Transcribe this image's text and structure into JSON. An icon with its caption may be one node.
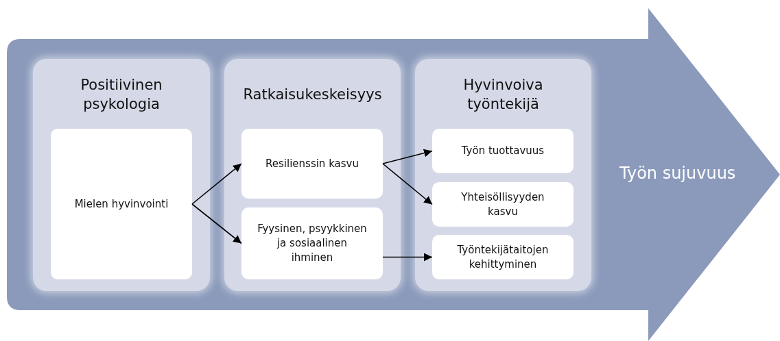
{
  "diagram": {
    "nodes": [
      {
        "text": [
          "Työn sujuvuus"
        ]
      },
      {
        "text": [
          "Positiivinen psykologia"
        ],
        "in": 0
      },
      {
        "text": [
          "Mielen hyvinvointi"
        ],
        "in": 1
      },
      {
        "text": [
          "Ratkaisukeskeisyys"
        ],
        "in": 0
      },
      {
        "text": [
          "Resilienssin kasvu"
        ],
        "in": 3
      },
      {
        "text": [
          "Fyysinen, psyykkinen ja sosiaalinen ihminen"
        ],
        "in": 3
      },
      {
        "text": [
          "Hyvinvoiva työntekijä"
        ],
        "in": 0
      },
      {
        "text": [
          "Työn tuottavuus"
        ],
        "in": 6
      },
      {
        "text": [
          "Yhteisöllisyyden kasvu"
        ],
        "in": 6
      },
      {
        "text": [
          "Työntekijätaitojen kehittyminen"
        ],
        "in": 6
      }
    ],
    "edges": [
      {
        "from": 2,
        "to": 4,
        "arrow": "to"
      },
      {
        "from": 2,
        "to": 5,
        "arrow": "to"
      },
      {
        "from": 4,
        "to": 7,
        "arrow": "to"
      },
      {
        "from": 4,
        "to": 8,
        "arrow": "to"
      },
      {
        "from": 5,
        "to": 9,
        "arrow": "to"
      }
    ]
  }
}
